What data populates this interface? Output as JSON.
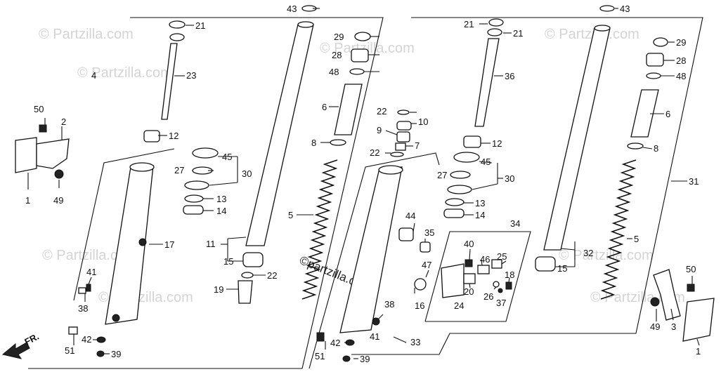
{
  "diagram": {
    "watermark_text": "© Partzilla.com",
    "center_watermark": "©partzilla.com",
    "direction_label": "FR.",
    "callouts": {
      "c4": "4",
      "c21a": "21",
      "c23": "23",
      "c12a": "12",
      "c50a": "50",
      "c2": "2",
      "c1a": "1",
      "c49a": "49",
      "c43a": "43",
      "c29a": "29",
      "c28a": "28",
      "c48a": "48",
      "c6a": "6",
      "c8a": "8",
      "c5a": "5",
      "c45a": "45",
      "c27a": "27",
      "c30a": "30",
      "c13a": "13",
      "c14a": "14",
      "c17": "17",
      "c11": "11",
      "c15a": "15",
      "c22a": "22",
      "c19": "19",
      "c41a": "41",
      "c38a": "38",
      "c42a": "42",
      "c51a": "51",
      "c39a": "39",
      "c22b": "22",
      "c10": "10",
      "c9": "9",
      "c7": "7",
      "c22c": "22",
      "c44": "44",
      "c35": "35",
      "c47": "47",
      "c16": "16",
      "c38b": "38",
      "c41b": "41",
      "c33": "33",
      "c51b": "51",
      "c42b": "42",
      "c39b": "39",
      "c21b": "21",
      "c21c": "21",
      "c36": "36",
      "c12b": "12",
      "c45b": "45",
      "c27b": "27",
      "c30b": "30",
      "c13b": "13",
      "c14b": "14",
      "c34": "34",
      "c40": "40",
      "c46": "46",
      "c25": "25",
      "c18": "18",
      "c20": "20",
      "c26": "26",
      "c37": "37",
      "c24": "24",
      "c43b": "43",
      "c29b": "29",
      "c28b": "28",
      "c48b": "48",
      "c6b": "6",
      "c8b": "8",
      "c31": "31",
      "c5b": "5",
      "c32": "32",
      "c15b": "15",
      "c50b": "50",
      "c49b": "49",
      "c3": "3",
      "c1b": "1"
    }
  }
}
